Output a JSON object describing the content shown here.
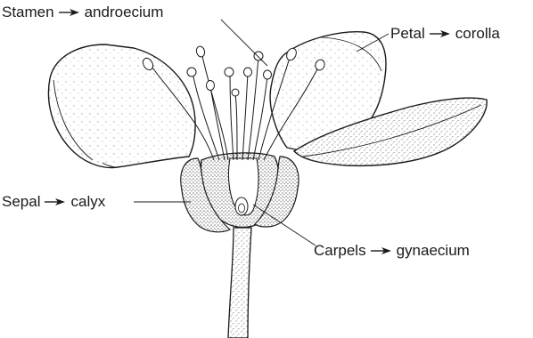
{
  "labels": {
    "stamen": {
      "part": "Stamen",
      "whorl": "androecium"
    },
    "petal": {
      "part": "Petal",
      "whorl": "corolla"
    },
    "sepal": {
      "part": "Sepal",
      "whorl": "calyx"
    },
    "carpels": {
      "part": "Carpels",
      "whorl": "gynaecium"
    }
  },
  "colors": {
    "ink": "#1a1a1a",
    "paper": "#ffffff",
    "stipple": "#3a3a3a"
  }
}
